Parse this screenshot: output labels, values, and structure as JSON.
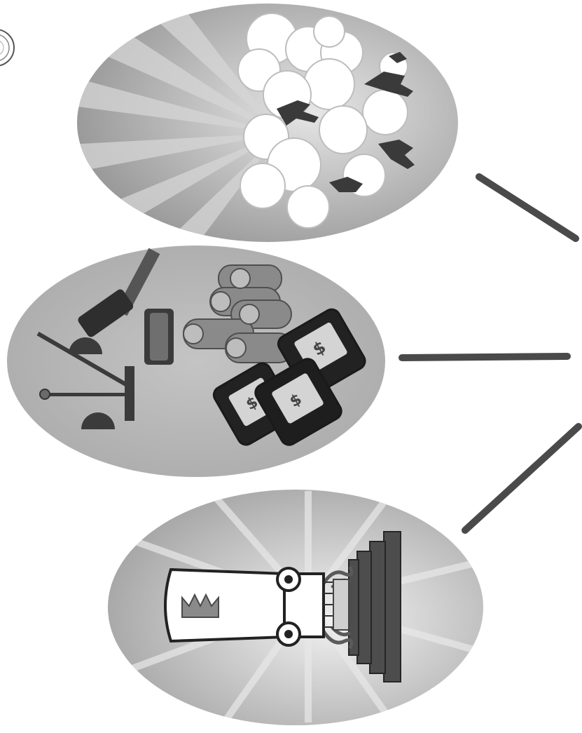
{
  "illustration": {
    "panels": [
      {
        "id": "battle",
        "icon": "clouds-battle-icon",
        "rays": "light-grey"
      },
      {
        "id": "economy",
        "icon": "justice-and-money-icon",
        "symbol": "$"
      },
      {
        "id": "crown",
        "icon": "crowned-cannon-icon"
      }
    ],
    "connectors": 3,
    "colors": {
      "background": "#ffffff",
      "panel_dark": "#7a7a7a",
      "panel_mid": "#a9a9a9",
      "panel_light": "#cfcfcf",
      "ink": "#222222",
      "connector": "#4a4a4a"
    }
  }
}
